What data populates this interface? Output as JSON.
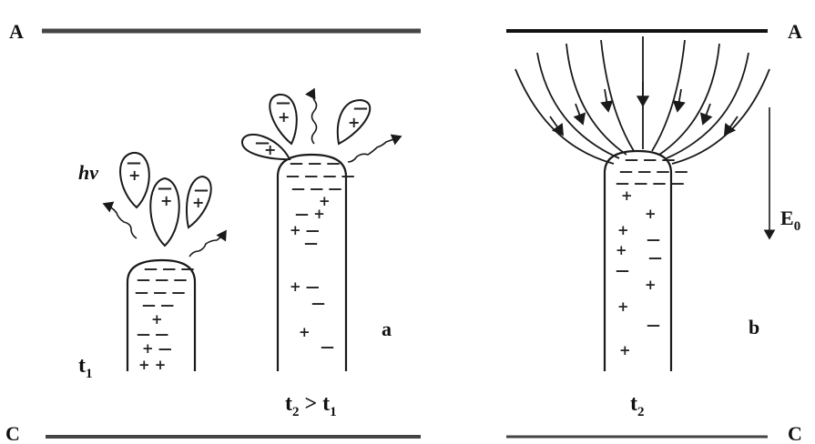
{
  "panel_a": {
    "anode_label": "A",
    "cathode_label": "C",
    "photon_label": "hv",
    "time_1": "t",
    "time_1_sub": "1",
    "time_2": "t",
    "time_2_sub": "2",
    "time_relation": " > t",
    "time_relation_sub": "1",
    "panel_letter": "a"
  },
  "panel_b": {
    "anode_label": "A",
    "cathode_label": "C",
    "field_label": "E",
    "field_sub": "0",
    "time": "t",
    "time_sub": "2",
    "panel_letter": "b"
  }
}
